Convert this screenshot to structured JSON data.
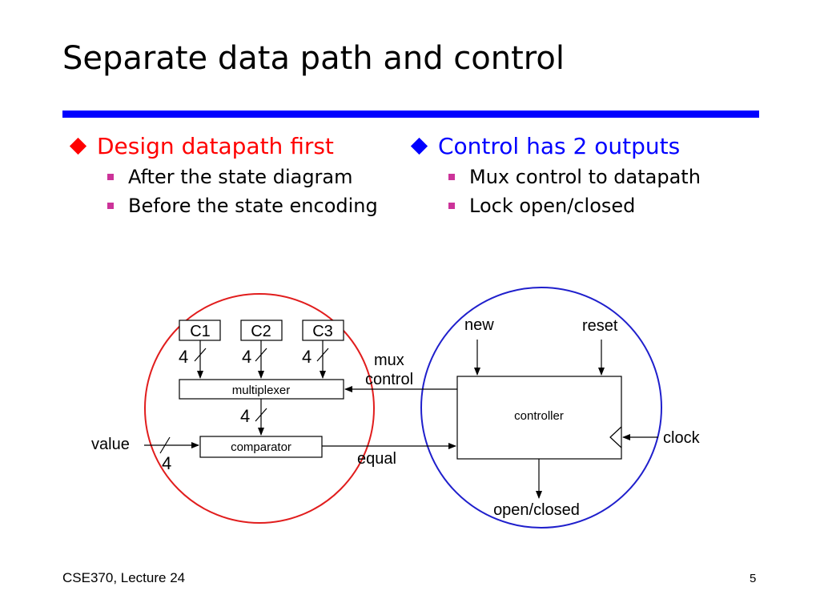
{
  "slide": {
    "title": "Separate data path and control"
  },
  "colors": {
    "rule": "#0000ff",
    "left_heading": "#ff0000",
    "right_heading": "#0000ff",
    "sub_bullet": "#cc3399",
    "left_circle": "#e11d1d",
    "right_circle": "#1f1fcc"
  },
  "left_column": {
    "heading": "Design datapath first",
    "items": [
      "After the state diagram",
      "Before the state encoding"
    ]
  },
  "right_column": {
    "heading": "Control has 2 outputs",
    "items": [
      "Mux control to datapath",
      "Lock open/closed"
    ]
  },
  "diagram": {
    "registers": [
      "C1",
      "C2",
      "C3"
    ],
    "bus_width": "4",
    "multiplexer": "multiplexer",
    "comparator": "comparator",
    "controller": "controller",
    "input_value": "value",
    "signal_equal": "equal",
    "signal_mux": "mux",
    "signal_control": "control",
    "signal_new": "new",
    "signal_reset": "reset",
    "signal_clock": "clock",
    "output": "open/closed"
  },
  "footer": {
    "course": "CSE370, Lecture 24",
    "page": "5"
  }
}
